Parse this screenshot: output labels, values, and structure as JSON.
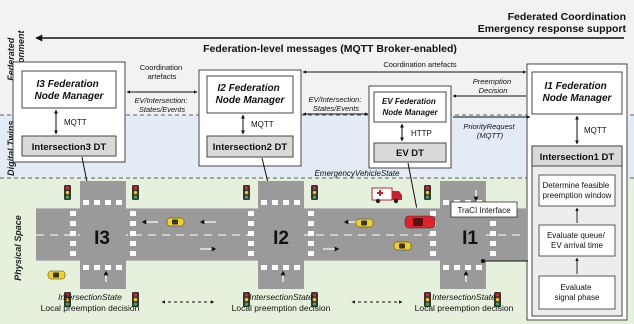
{
  "bands": {
    "federated": "Federated Environment",
    "digital_twins": "Digital Twins Space",
    "physical": "Physical Space"
  },
  "header": {
    "coordination_title": "Federated Coordination",
    "coordination_subtitle": "Emergency response support",
    "federation_messages": "Federation-level messages (MQTT Broker-enabled)"
  },
  "nodes": {
    "i3": {
      "manager": "I3 Federation Node Manager",
      "dt": "Intersection3 DT"
    },
    "i2": {
      "manager": "I2 Federation Node Manager",
      "dt": "Intersection2 DT"
    },
    "ev": {
      "manager": "EV Federation Node Manager",
      "dt": "EV DT"
    },
    "i1": {
      "manager": "I1 Federation Node Manager",
      "dt": "Intersection1 DT"
    }
  },
  "links": {
    "mqtt": "MQTT",
    "http": "HTTP",
    "coordination_artefacts": "Coordination artefacts",
    "ev_intersection_states": "EV/Intersection: States/Events",
    "preemption_decision": "Preemption Decision",
    "priority_request": "PriorityRequest (MQTT)",
    "emergency_vehicle_state": "EmergencyVehicleState",
    "traci_interface": "TraCI Interface"
  },
  "pipeline": {
    "step1": "Determine feasible preemption window",
    "step2": "Evaluate queue/ EV arrival time",
    "step3": "Evaluate signal phase"
  },
  "intersections": {
    "i3": "I3",
    "i2": "I2",
    "i1": "I1"
  },
  "bottom": {
    "intersection_state": "IntersectionState",
    "local_preemption": "Local preemption decision"
  },
  "colors": {
    "federated_band": "#f2f2f2",
    "dt_band": "#e3ecf6",
    "physical_band": "#e5f1dd",
    "road": "#9a9a9a",
    "dt_box": "#d9d9d9",
    "car_yellow": "#f2d21a",
    "ev_red": "#e0232a"
  }
}
